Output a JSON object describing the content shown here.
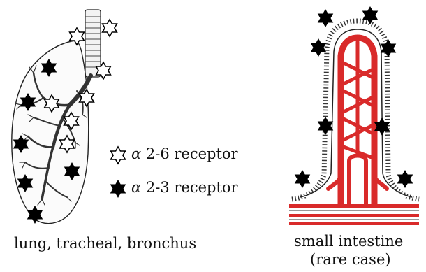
{
  "legend": {
    "items": [
      {
        "symbol": "α",
        "label": "2-6 receptor",
        "marker": "open-star"
      },
      {
        "symbol": "α",
        "label": "2-3 receptor",
        "marker": "filled-star"
      }
    ]
  },
  "captions": {
    "lung": "lung, tracheal, bronchus",
    "intestine_line1": "small intestine",
    "intestine_line2": "(rare case)"
  },
  "colors": {
    "open_star_fill": "#ffffff",
    "star_outline": "#000000",
    "filled_star": "#000000",
    "vessel_red": "#d92a2a",
    "tissue_line": "#333333"
  }
}
